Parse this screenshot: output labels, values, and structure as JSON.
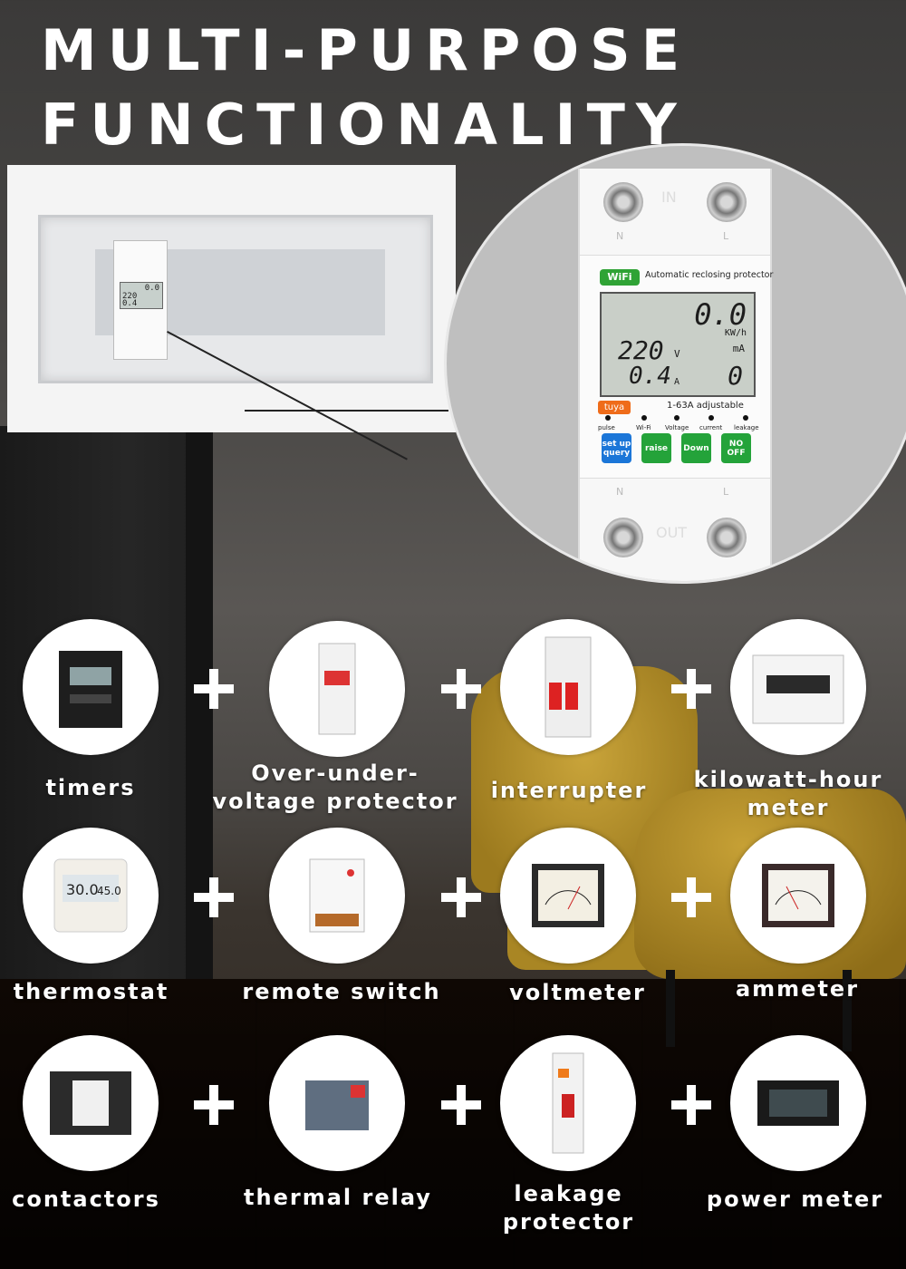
{
  "title": {
    "line1": "MULTI-PURPOSE",
    "line2": "FUNCTIONALITY"
  },
  "panel_device": {
    "lcd_top": "0.0",
    "lcd_left": "220",
    "lcd_bottom": "0.4"
  },
  "device": {
    "wifi_badge": "WiFi",
    "name": "Automatic reclosing protector",
    "lcd": {
      "energy": "0.0",
      "energy_unit": "KW/h",
      "voltage": "220",
      "voltage_unit": "V",
      "leak_unit": "mA",
      "current": "0.4",
      "current_unit": "A",
      "leakage": "0"
    },
    "brand": "tuya",
    "range": "1-63A adjustable",
    "indicators": [
      "pulse",
      "Wi-Fi",
      "Voltage",
      "current",
      "leakage"
    ],
    "buttons": [
      "set up query",
      "raise",
      "Down",
      "NO OFF"
    ],
    "terminals": {
      "in_label": "IN",
      "out_label": "OUT",
      "neutral": "N",
      "live": "L"
    }
  },
  "functions": [
    "timers",
    "Over-under-voltage protector",
    "interrupter",
    "kilowatt-hour meter",
    "thermostat",
    "remote switch",
    "voltmeter",
    "ammeter",
    "contactors",
    "thermal relay",
    "leakage protector",
    "power meter"
  ],
  "thermostat_display": {
    "left": "30.0",
    "right": "45.0"
  }
}
